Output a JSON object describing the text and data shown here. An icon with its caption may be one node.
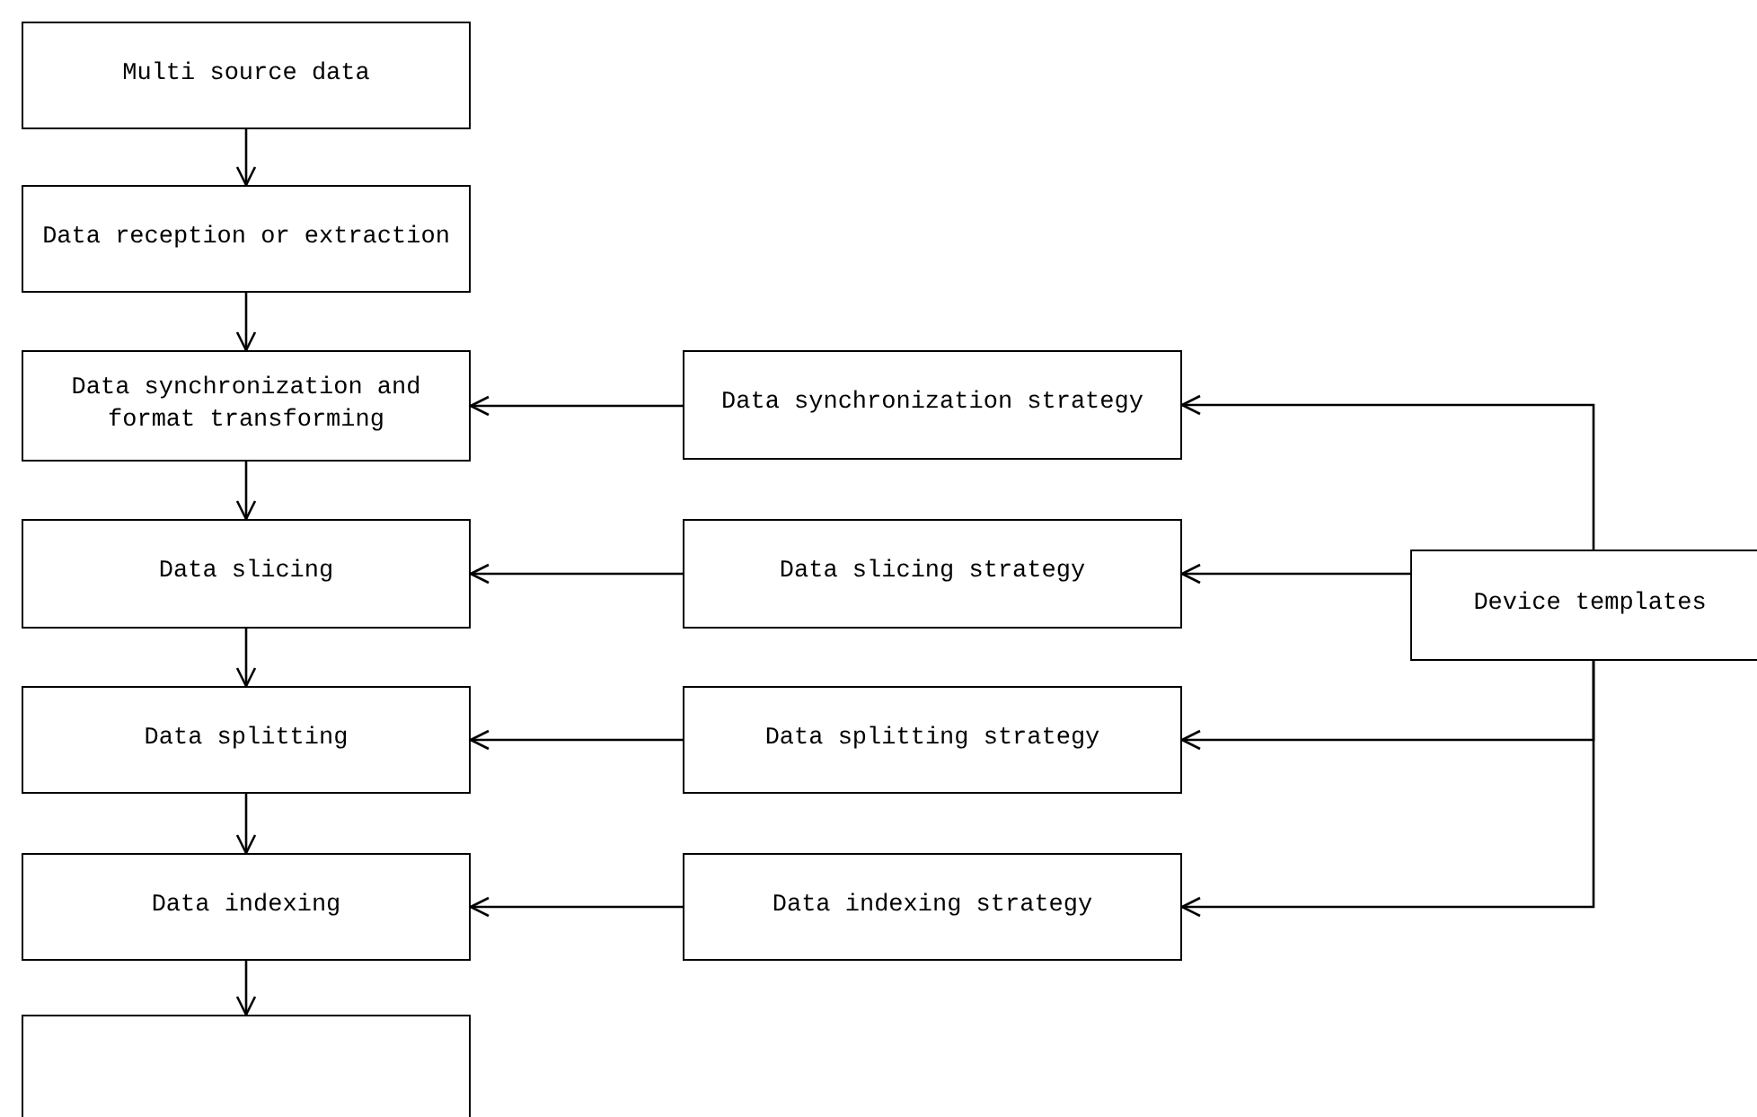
{
  "diagram": {
    "nodes": [
      {
        "text": [
          "Multi source data"
        ]
      },
      {
        "text": [
          "Data reception or extraction"
        ]
      },
      {
        "text": [
          "Data synchronization and format transforming"
        ]
      },
      {
        "text": [
          "Data slicing"
        ]
      },
      {
        "text": [
          "Data splitting"
        ]
      },
      {
        "text": [
          "Data indexing"
        ]
      },
      {
        "text": [],
        "shape": "box"
      },
      {
        "text": [
          "Data synchronization strategy"
        ]
      },
      {
        "text": [
          "Data slicing strategy"
        ]
      },
      {
        "text": [
          "Data splitting strategy"
        ]
      },
      {
        "text": [
          "Data indexing strategy"
        ]
      },
      {
        "text": [
          "Device templates"
        ]
      }
    ],
    "edges": [
      {
        "from": 0,
        "to": 1,
        "arrow": "to"
      },
      {
        "from": 1,
        "to": 2,
        "arrow": "to"
      },
      {
        "from": 2,
        "to": 3,
        "arrow": "to"
      },
      {
        "from": 3,
        "to": 4,
        "arrow": "to"
      },
      {
        "from": 4,
        "to": 5,
        "arrow": "to"
      },
      {
        "from": 5,
        "to": 6,
        "arrow": "to"
      },
      {
        "from": 7,
        "to": 2,
        "arrow": "to"
      },
      {
        "from": 8,
        "to": 3,
        "arrow": "to"
      },
      {
        "from": 9,
        "to": 4,
        "arrow": "to"
      },
      {
        "from": 10,
        "to": 5,
        "arrow": "to"
      },
      {
        "from": 11,
        "to": 7,
        "arrow": "to"
      },
      {
        "from": 11,
        "to": 8,
        "arrow": "to"
      },
      {
        "from": 11,
        "to": 9,
        "arrow": "to"
      },
      {
        "from": 11,
        "to": 10,
        "arrow": "to"
      }
    ]
  }
}
